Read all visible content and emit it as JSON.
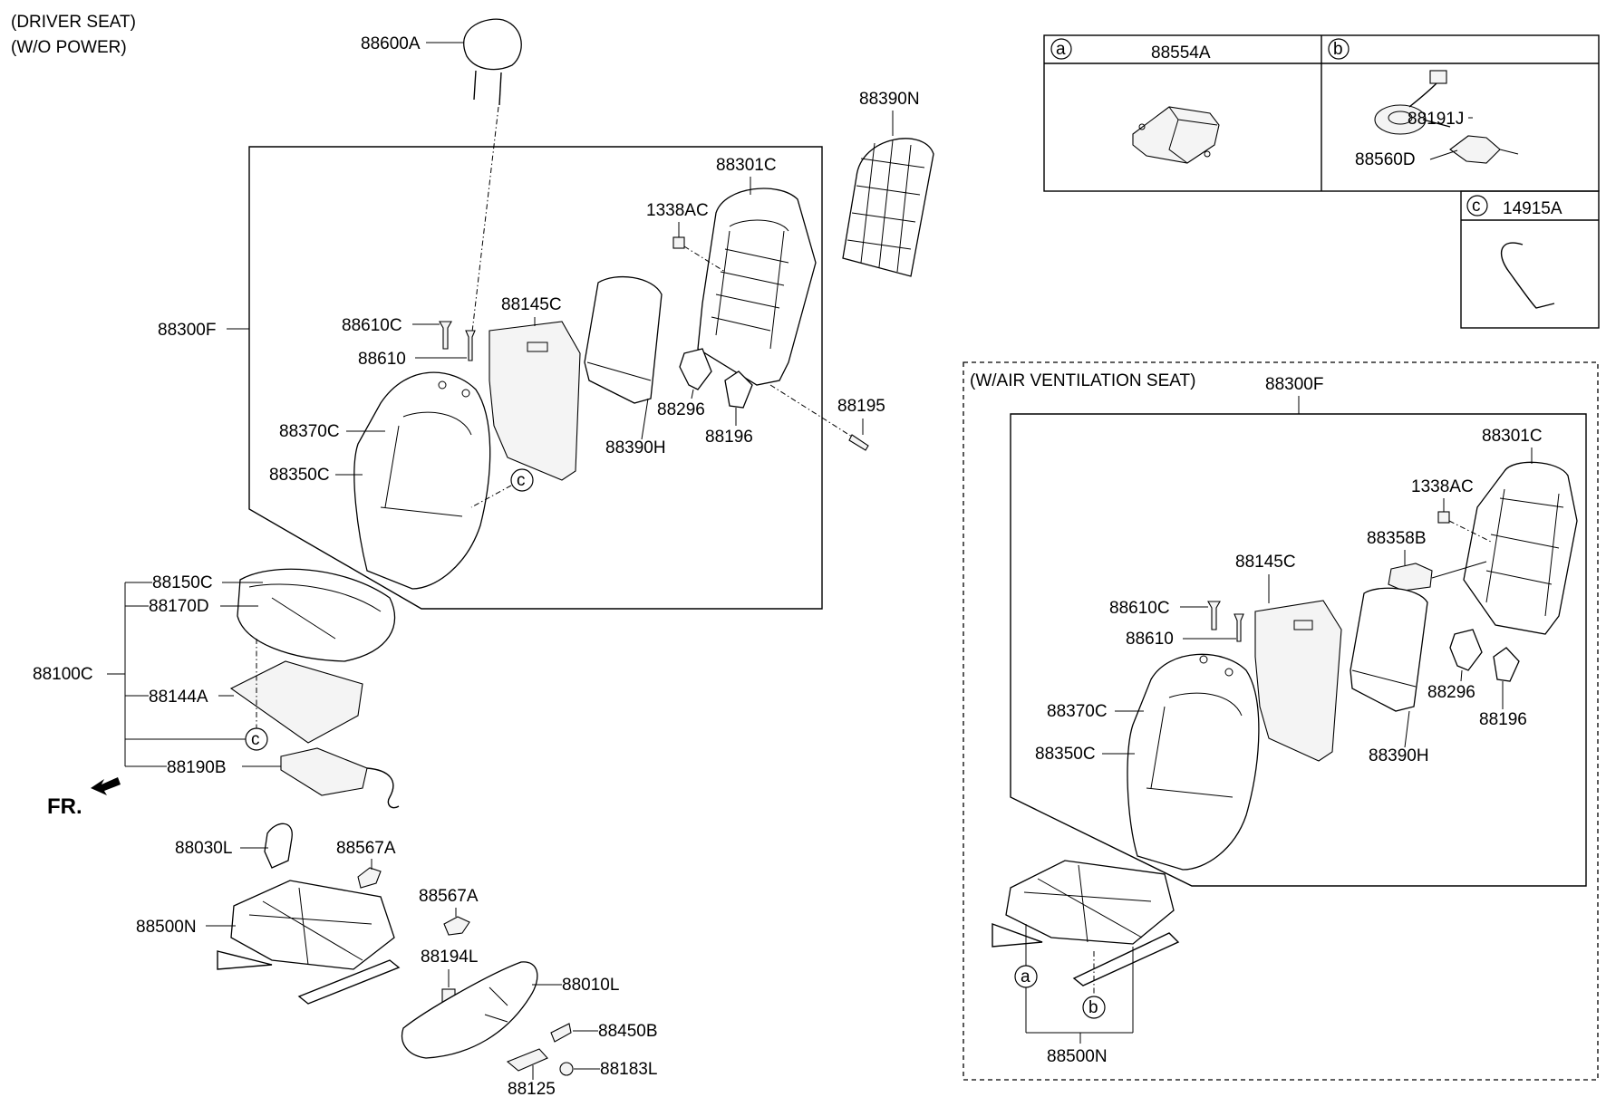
{
  "headers": {
    "title_line1": "(DRIVER SEAT)",
    "title_line2": "(W/O POWER)",
    "ventilation": "(W/AIR VENTILATION SEAT)",
    "front_arrow": "FR."
  },
  "legend": {
    "a_letter": "a",
    "a_part": "88554A",
    "b_letter": "b",
    "c_letter": "c",
    "c_part": "14915A",
    "b_parts": {
      "p88191J": "88191J",
      "p88560D": "88560D"
    }
  },
  "left": {
    "p88600A": "88600A",
    "p88390N": "88390N",
    "p88301C": "88301C",
    "p1338AC": "1338AC",
    "p88300F": "88300F",
    "p88145C": "88145C",
    "p88610C": "88610C",
    "p88610": "88610",
    "p88370C": "88370C",
    "p88350C": "88350C",
    "p88296": "88296",
    "p88196": "88196",
    "p88390H": "88390H",
    "p88195": "88195",
    "p88150C": "88150C",
    "p88170D": "88170D",
    "p88100C": "88100C",
    "p88144A": "88144A",
    "p88190B": "88190B",
    "c_letter1": "c",
    "c_letter2": "c"
  },
  "lower": {
    "p88030L": "88030L",
    "p88567A_1": "88567A",
    "p88567A_2": "88567A",
    "p88500N": "88500N",
    "p88194L": "88194L",
    "p88010L": "88010L",
    "p88450B": "88450B",
    "p88183L": "88183L",
    "p88125": "88125"
  },
  "right": {
    "p88300F": "88300F",
    "p88301C": "88301C",
    "p1338AC": "1338AC",
    "p88358B": "88358B",
    "p88145C": "88145C",
    "p88610C": "88610C",
    "p88610": "88610",
    "p88370C": "88370C",
    "p88350C": "88350C",
    "p88296": "88296",
    "p88196": "88196",
    "p88390H": "88390H",
    "p88500N": "88500N",
    "a_letter": "a",
    "b_letter": "b"
  }
}
